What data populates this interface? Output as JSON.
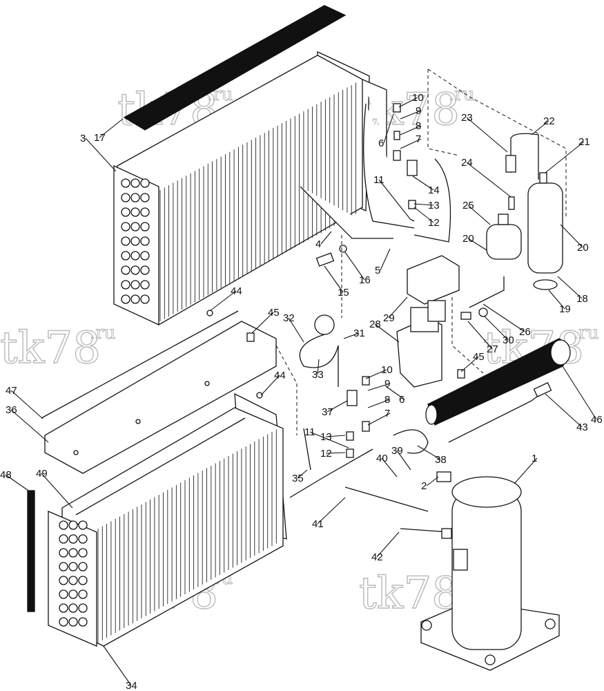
{
  "watermark": {
    "text": "tk78",
    "suffix": ".ru"
  },
  "callouts": [
    {
      "id": "c1",
      "label": "1"
    },
    {
      "id": "c2",
      "label": "2"
    },
    {
      "id": "c3",
      "label": "3"
    },
    {
      "id": "c4",
      "label": "4"
    },
    {
      "id": "c5",
      "label": "5"
    },
    {
      "id": "c6a",
      "label": "6"
    },
    {
      "id": "c6b",
      "label": "6"
    },
    {
      "id": "c7a",
      "label": "7"
    },
    {
      "id": "c7b",
      "label": "7"
    },
    {
      "id": "c8a",
      "label": "8"
    },
    {
      "id": "c8b",
      "label": "8"
    },
    {
      "id": "c9a",
      "label": "9"
    },
    {
      "id": "c9b",
      "label": "9"
    },
    {
      "id": "c10a",
      "label": "10"
    },
    {
      "id": "c10b",
      "label": "10"
    },
    {
      "id": "c11a",
      "label": "11"
    },
    {
      "id": "c11b",
      "label": "11"
    },
    {
      "id": "c12a",
      "label": "12"
    },
    {
      "id": "c12b",
      "label": "12"
    },
    {
      "id": "c13a",
      "label": "13"
    },
    {
      "id": "c13b",
      "label": "13"
    },
    {
      "id": "c14",
      "label": "14"
    },
    {
      "id": "c15",
      "label": "15"
    },
    {
      "id": "c16",
      "label": "16"
    },
    {
      "id": "c17",
      "label": "17"
    },
    {
      "id": "c18",
      "label": "18"
    },
    {
      "id": "c19",
      "label": "19"
    },
    {
      "id": "c20a",
      "label": "20"
    },
    {
      "id": "c20b",
      "label": "20"
    },
    {
      "id": "c21",
      "label": "21"
    },
    {
      "id": "c22",
      "label": "22"
    },
    {
      "id": "c23",
      "label": "23"
    },
    {
      "id": "c24",
      "label": "24"
    },
    {
      "id": "c25",
      "label": "25"
    },
    {
      "id": "c26",
      "label": "26"
    },
    {
      "id": "c27",
      "label": "27"
    },
    {
      "id": "c28",
      "label": "28"
    },
    {
      "id": "c29",
      "label": "29"
    },
    {
      "id": "c30",
      "label": "30"
    },
    {
      "id": "c31",
      "label": "31"
    },
    {
      "id": "c32",
      "label": "32"
    },
    {
      "id": "c33",
      "label": "33"
    },
    {
      "id": "c34",
      "label": "34"
    },
    {
      "id": "c35",
      "label": "35"
    },
    {
      "id": "c36",
      "label": "36"
    },
    {
      "id": "c37",
      "label": "37"
    },
    {
      "id": "c38",
      "label": "38"
    },
    {
      "id": "c39",
      "label": "39"
    },
    {
      "id": "c40",
      "label": "40"
    },
    {
      "id": "c41",
      "label": "41"
    },
    {
      "id": "c42",
      "label": "42"
    },
    {
      "id": "c43",
      "label": "43"
    },
    {
      "id": "c44a",
      "label": "44"
    },
    {
      "id": "c44b",
      "label": "44"
    },
    {
      "id": "c45a",
      "label": "45"
    },
    {
      "id": "c45b",
      "label": "45"
    },
    {
      "id": "c46",
      "label": "46"
    },
    {
      "id": "c47",
      "label": "47"
    },
    {
      "id": "c48",
      "label": "48"
    },
    {
      "id": "c49",
      "label": "49"
    }
  ]
}
